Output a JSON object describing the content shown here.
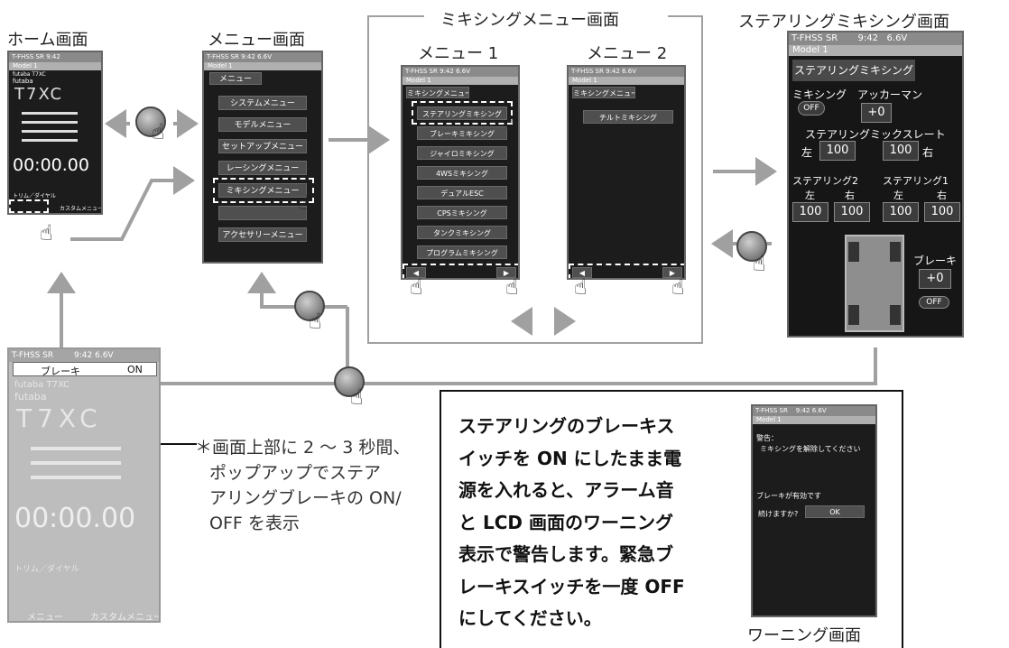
{
  "captions": {
    "home": "ホーム画面",
    "menu": "メニュー画面",
    "mixing_menu": "ミキシングメニュー画面",
    "menu1": "メニュー 1",
    "menu2": "メニュー 2",
    "steering_mixing": "ステアリングミキシング画面",
    "warning": "ワーニング画面"
  },
  "status": {
    "model_id": "T-FHSS SR",
    "time": "9:42",
    "voltage": "6.6V",
    "model_name": "Model 1"
  },
  "home": {
    "brand": "futaba",
    "brand_line": "futaba T7XC",
    "logo": "T7XC",
    "timer": "00:00.00",
    "trim_header": "トリム／ダイヤル",
    "custom_button": "カスタムメニュー"
  },
  "menu": {
    "header": "メニュー",
    "items": [
      "システムメニュー",
      "モデルメニュー",
      "セットアップメニュー",
      "レーシングメニュー",
      "ミキシングメニュー",
      "",
      "アクセサリーメニュー"
    ]
  },
  "mix1": {
    "header": "ミキシングメニュー",
    "items": [
      "ステアリングミキシング",
      "ブレーキミキシング",
      "ジャイロミキシング",
      "4WSミキシング",
      "デュアルESC",
      "CPSミキシング",
      "タンクミキシング",
      "プログラムミキシング"
    ]
  },
  "mix2": {
    "header": "ミキシングメニュー",
    "items": [
      "チルトミキシング"
    ]
  },
  "steering": {
    "title": "ステアリングミキシング",
    "mixing_label": "ミキシング",
    "acker_label": "アッカーマン",
    "off": "OFF",
    "acker_value": "+0",
    "rate_label": "ステアリングミックスレート",
    "left": "左",
    "right": "右",
    "rate_left": "100",
    "rate_right": "100",
    "st2_label": "ステアリング2",
    "st1_label": "ステアリング1",
    "st2_left": "100",
    "st2_right": "100",
    "st1_left": "100",
    "st1_right": "100",
    "brake_label": "ブレーキ",
    "brake_value": "+0",
    "brake_off": "OFF"
  },
  "popup": {
    "title": "ブレーキ",
    "state": "ON",
    "bottom_left": "メニュー",
    "bottom_right": "カスタムメニュー",
    "note_lines": [
      "＊画面上部に 2 ～ 3 秒間、",
      "ポップアップでステア",
      "アリングブレーキの ON/",
      "OFF を表示"
    ]
  },
  "warning_note": {
    "lines": [
      "ステアリングのブレーキス",
      "イッチを ON にしたまま電",
      "源を入れると、アラーム音",
      "と LCD 画面のワーニング",
      "表示で警告します。緊急ブ",
      "レーキスイッチを一度 OFF",
      "にしてください。"
    ]
  },
  "warning_screen": {
    "warning_label": "警告：",
    "msg1": "ミキシングを解除してください",
    "msg2": "ブレーキが有効です",
    "question": "続けますか?",
    "ok": "OK"
  },
  "icons": {
    "touch": "touch-icon",
    "hand": "hand-pointer-icon",
    "back": "back-arrow-icon",
    "forward": "forward-arrow-icon"
  },
  "colors": {
    "screen_bg": "#1c1c1c",
    "button": "#4f4f4f",
    "arrow": "#a0a0a0"
  }
}
